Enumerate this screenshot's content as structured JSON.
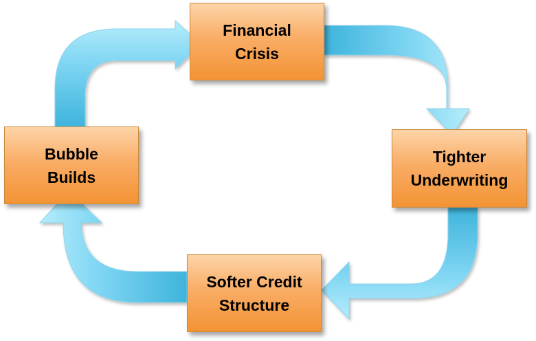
{
  "nodes": {
    "financial_crisis": {
      "line1": "Financial",
      "line2": "Crisis"
    },
    "tighter_underwriting": {
      "line1": "Tighter",
      "line2": "Underwriting"
    },
    "softer_credit_structure": {
      "line1": "Softer Credit",
      "line2": "Structure"
    },
    "bubble_builds": {
      "line1": "Bubble",
      "line2": "Builds"
    }
  },
  "colors": {
    "box_light": "#fdd4a8",
    "box_dark": "#f39334",
    "arrow_light": "#a8e6f8",
    "arrow_dark": "#3fb4dc"
  }
}
